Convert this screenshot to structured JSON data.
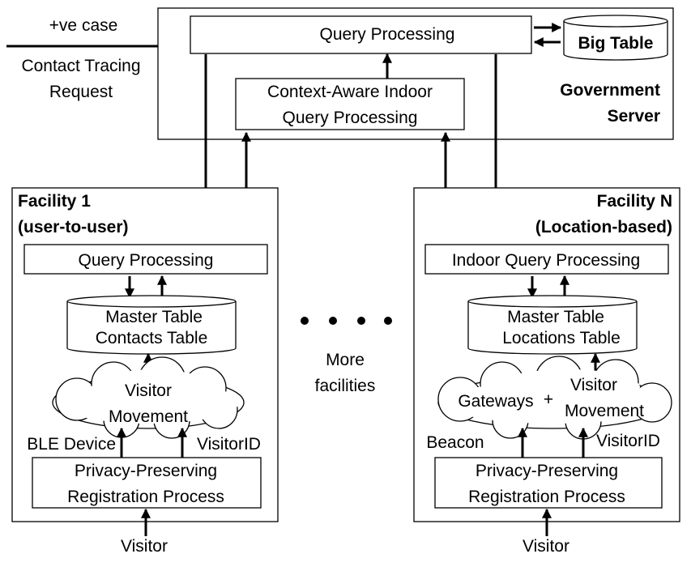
{
  "inputs": {
    "positive_case": "+ve case",
    "request_line1": "Contact Tracing",
    "request_line2": "Request"
  },
  "government_server": {
    "label_line1": "Government",
    "label_line2": "Server",
    "query_processing": "Query Processing",
    "context_aware_line1": "Context-Aware Indoor",
    "context_aware_line2": "Query Processing",
    "big_table": "Big Table"
  },
  "facility_1": {
    "title_line1": "Facility 1",
    "title_line2": "(user-to-user)",
    "query_processing": "Query Processing",
    "table_line1": "Master Table",
    "table_line2": "Contacts Table",
    "cloud_line1": "Visitor",
    "cloud_line2": "Movement",
    "input_left": "BLE Device",
    "input_right": "VisitorID",
    "registration_line1": "Privacy-Preserving",
    "registration_line2": "Registration Process",
    "visitor": "Visitor"
  },
  "facility_n": {
    "title_line1": "Facility N",
    "title_line2": "(Location-based)",
    "query_processing": "Indoor Query Processing",
    "table_line1": "Master Table",
    "table_line2": "Locations Table",
    "cloud_left": "Gateways",
    "cloud_plus": "+",
    "cloud_line1": "Visitor",
    "cloud_line2": "Movement",
    "input_left": "Beacon",
    "input_right": "VisitorID",
    "registration_line1": "Privacy-Preserving",
    "registration_line2": "Registration Process",
    "visitor": "Visitor"
  },
  "more_facilities": {
    "line1": "More",
    "line2": "facilities"
  }
}
